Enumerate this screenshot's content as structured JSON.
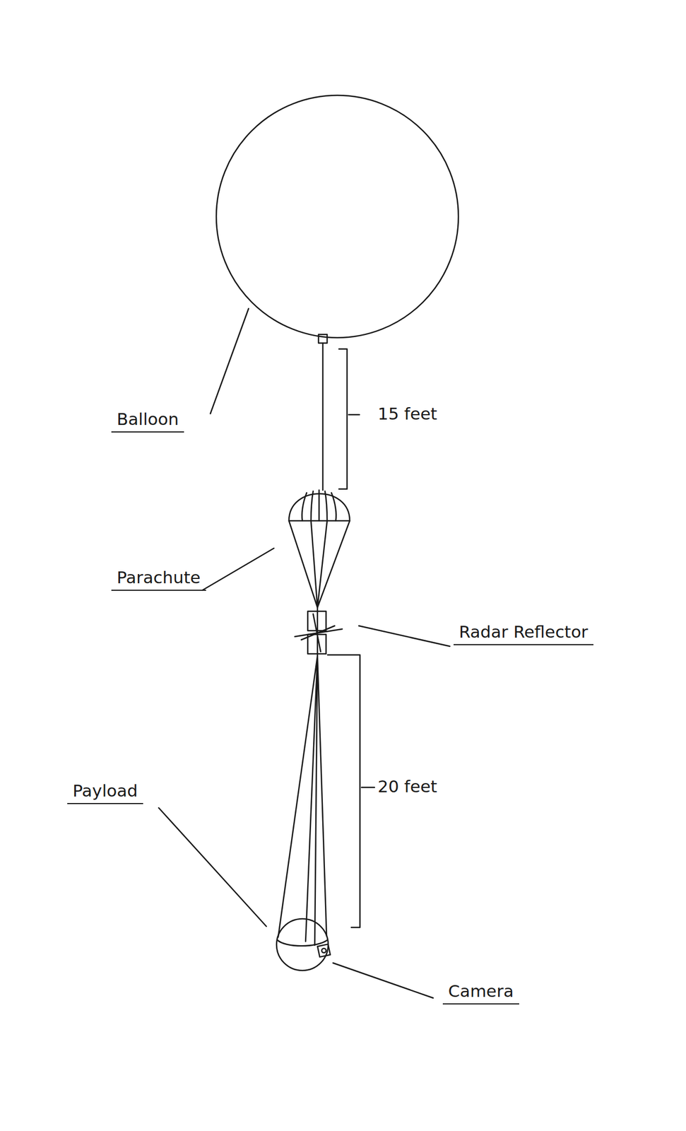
{
  "diagram": {
    "labels": [
      "Balloon",
      "15 feet",
      "Parachute",
      "Radar Reflector",
      "20 feet",
      "Payload",
      "Camera"
    ]
  }
}
